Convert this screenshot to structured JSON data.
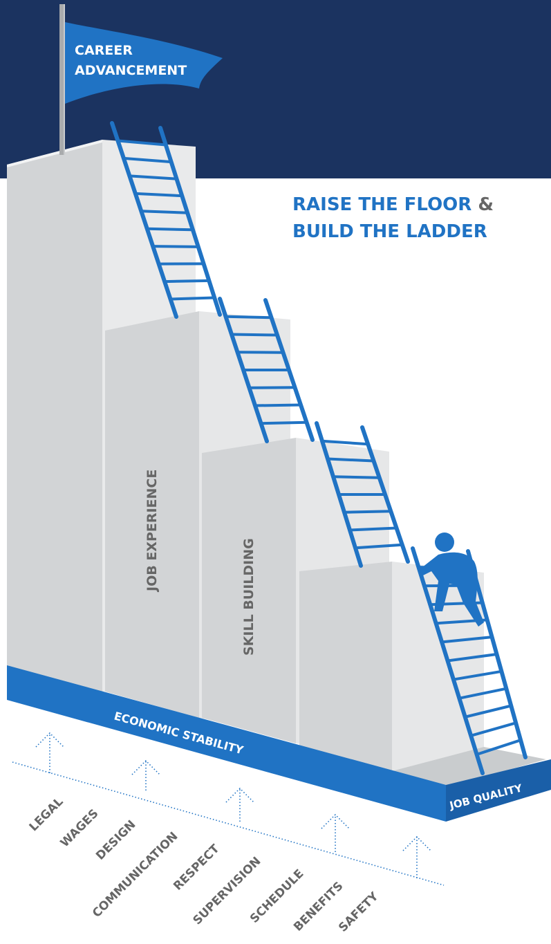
{
  "flag": {
    "line1": "CAREER",
    "line2": "ADVANCEMENT"
  },
  "headline": {
    "line1_part1": "RAISE THE FLOOR",
    "line1_amp": "&",
    "line2": "BUILD THE LADDER"
  },
  "pillars": {
    "job_experience": "JOB EXPERIENCE",
    "skill_building": "SKILL BUILDING"
  },
  "base": {
    "economic_stability": "ECONOMIC STABILITY",
    "job_quality": "JOB QUALITY"
  },
  "factors": [
    "LEGAL",
    "WAGES",
    "DESIGN",
    "COMMUNICATION",
    "RESPECT",
    "SUPERVISION",
    "SCHEDULE",
    "BENEFITS",
    "SAFETY"
  ],
  "colors": {
    "navy": "#1b3360",
    "blue": "#2073c4",
    "blue_dark": "#1a5fa8",
    "pillar_light": "#e9eaeb",
    "pillar_mid": "#d2d4d6",
    "pillar_dark": "#bfc2c5",
    "text_gray": "#666666",
    "white": "#ffffff"
  },
  "icons": {
    "climber": "person-climbing-icon",
    "flag": "flag-icon",
    "arrow": "dotted-up-arrow-icon"
  }
}
